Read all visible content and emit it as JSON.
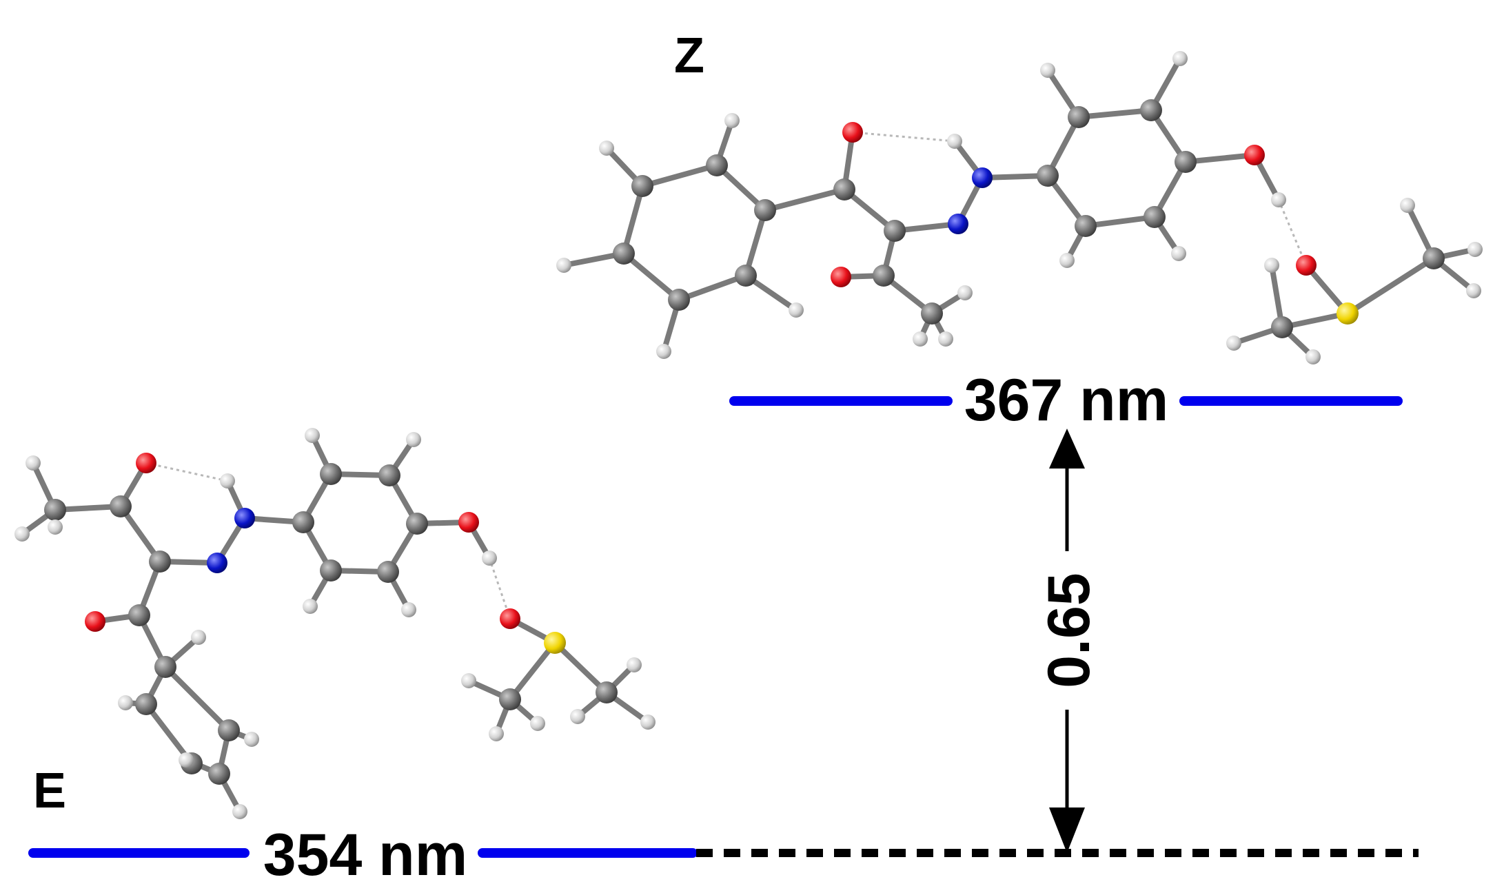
{
  "labels": {
    "z_isomer": "Z",
    "e_isomer": "E",
    "z_wavelength": "367 nm",
    "e_wavelength": "354 nm",
    "energy_gap": "0.65"
  },
  "colors": {
    "level_line": "#0000ee",
    "reference_line": "#000000",
    "arrow": "#000000",
    "carbon": "#6e6e6e",
    "hydrogen": "#d8d8d8",
    "oxygen": "#e8101a",
    "nitrogen": "#0a14c8",
    "sulfur": "#f0d400",
    "bond": "#7a7a7a"
  },
  "molecules": [
    {
      "id": "z-isomer",
      "name": "Z",
      "elements": [
        "C",
        "H",
        "O",
        "N",
        "S"
      ]
    },
    {
      "id": "e-isomer",
      "name": "E",
      "elements": [
        "C",
        "H",
        "O",
        "N",
        "S"
      ]
    }
  ]
}
